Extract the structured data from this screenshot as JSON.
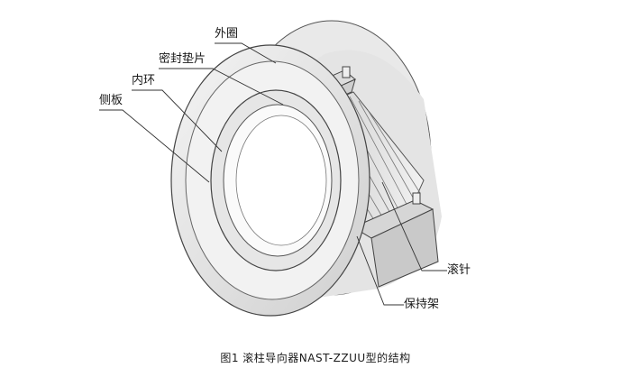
{
  "diagram": {
    "labels": {
      "outer_ring": "外圈",
      "seal_gasket": "密封垫片",
      "inner_ring": "内环",
      "side_plate": "侧板",
      "roller": "滚针",
      "cage": "保持架"
    },
    "caption": "图1  滚柱导向器NAST-ZZUU型的结构"
  }
}
